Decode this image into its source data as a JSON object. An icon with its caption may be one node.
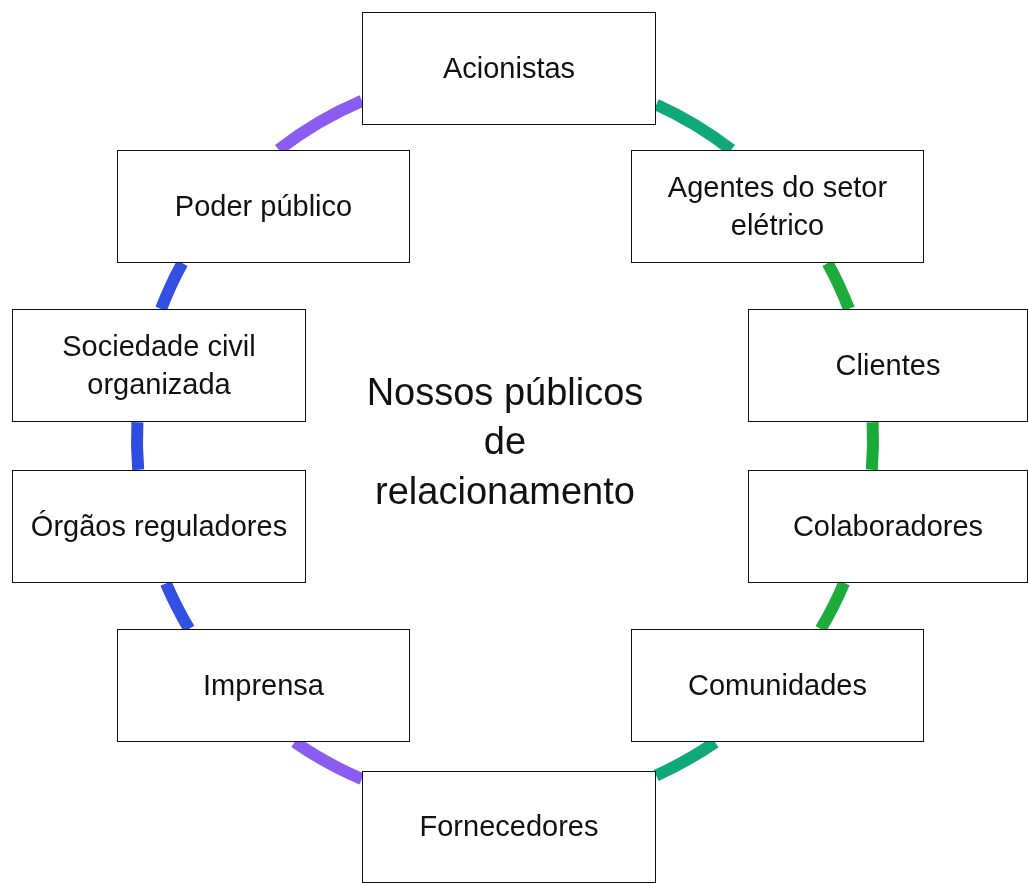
{
  "diagram": {
    "nodes": [
      {
        "text": [
          "Acionistas"
        ]
      },
      {
        "text": [
          "Agentes do setor elétrico"
        ]
      },
      {
        "text": [
          "Clientes"
        ]
      },
      {
        "text": [
          "Colaboradores"
        ]
      },
      {
        "text": [
          "Comunidades"
        ]
      },
      {
        "text": [
          "Fornecedores"
        ]
      },
      {
        "text": [
          "Imprensa"
        ]
      },
      {
        "text": [
          "Órgãos reguladores"
        ]
      },
      {
        "text": [
          "Sociedade civil organizada"
        ]
      },
      {
        "text": [
          "Poder público"
        ]
      }
    ],
    "edges": [
      {
        "from": 0,
        "to": 1,
        "arrow": "none",
        "color": "#10a878"
      },
      {
        "from": 1,
        "to": 2,
        "arrow": "none",
        "color": "#1dac3c"
      },
      {
        "from": 2,
        "to": 3,
        "arrow": "none",
        "color": "#1aaa38"
      },
      {
        "from": 3,
        "to": 4,
        "arrow": "none",
        "color": "#1dac3c"
      },
      {
        "from": 4,
        "to": 5,
        "arrow": "none",
        "color": "#10a878"
      },
      {
        "from": 5,
        "to": 6,
        "arrow": "none",
        "color": "#8a5cf0"
      },
      {
        "from": 6,
        "to": 7,
        "arrow": "none",
        "color": "#3350e4"
      },
      {
        "from": 7,
        "to": 8,
        "arrow": "none",
        "color": "#2f4ce2"
      },
      {
        "from": 8,
        "to": 9,
        "arrow": "none",
        "color": "#3350e4"
      },
      {
        "from": 9,
        "to": 0,
        "arrow": "none",
        "color": "#8a5cf0"
      }
    ],
    "labels": [
      "Nossos públicos de relacionamento"
    ]
  }
}
